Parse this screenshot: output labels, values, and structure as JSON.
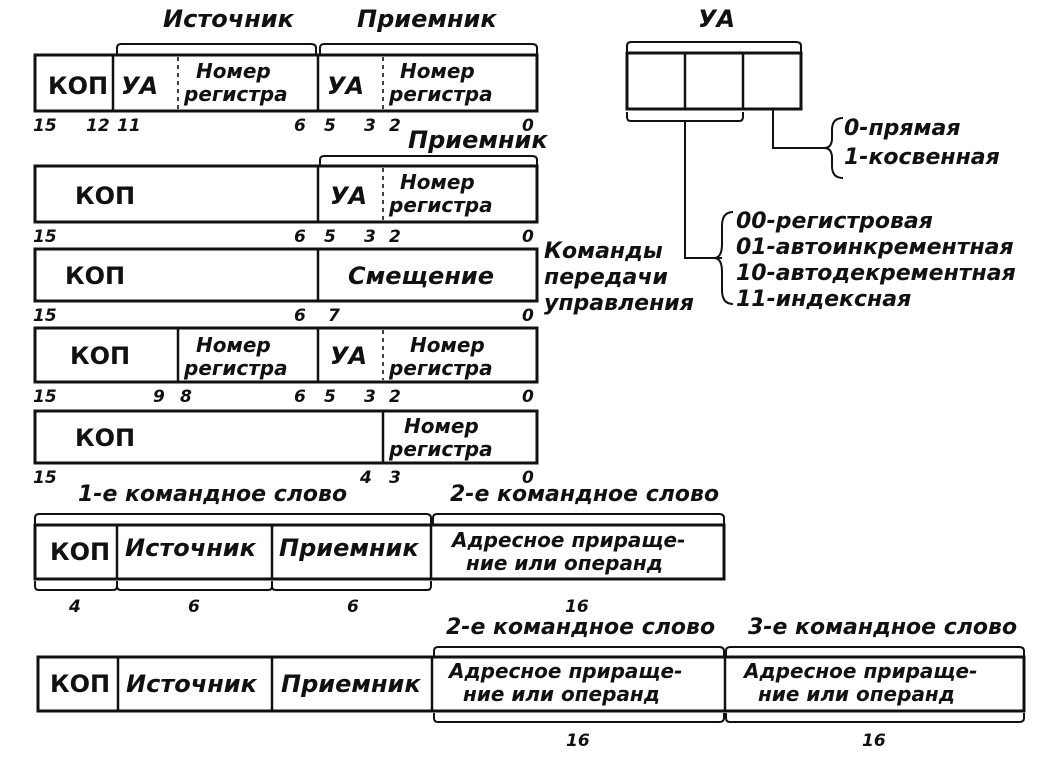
{
  "formats": {
    "f1": {
      "src_head": "Источник",
      "dst_head": "Приемник",
      "fields": [
        "КОП",
        "УА",
        "Номер",
        "регистра",
        "УА",
        "Номер",
        "регистра"
      ],
      "bits": [
        "15",
        "12",
        "11",
        "6",
        "5",
        "3",
        "2",
        "0"
      ]
    },
    "f2": {
      "dst_head": "Приемник",
      "fields": [
        "КОП",
        "УА",
        "Номер",
        "регистра"
      ],
      "bits": [
        "15",
        "6",
        "5",
        "3",
        "2",
        "0"
      ]
    },
    "f3": {
      "fields": [
        "КОП",
        "Смещение"
      ],
      "bits": [
        "15",
        "6",
        "7",
        "0"
      ],
      "note": [
        "Команды",
        "передачи",
        "управления"
      ]
    },
    "f4": {
      "fields": [
        "КОП",
        "Номер",
        "регистра",
        "УА",
        "Номер",
        "регистра"
      ],
      "bits": [
        "15",
        "9",
        "8",
        "6",
        "5",
        "3",
        "2",
        "0"
      ]
    },
    "f5": {
      "fields": [
        "КОП",
        "Номер",
        "регистра"
      ],
      "bits": [
        "15",
        "4",
        "3",
        "0"
      ]
    }
  },
  "addressing": {
    "title": "УА",
    "bit2": [
      "0-прямая",
      "1-косвенная"
    ],
    "modes": [
      "00-регистровая",
      "01-автоинкрементная",
      "10-автодекрементная",
      "11-индексная"
    ]
  },
  "word_format_1": {
    "head1": "1-е командное слово",
    "head2": "2-е командное слово",
    "fields": [
      "КОП",
      "Источник",
      "Приемник"
    ],
    "operand": [
      "Адресное прираще-",
      "ние или операнд"
    ],
    "widths": [
      "4",
      "6",
      "6",
      "16"
    ]
  },
  "word_format_2": {
    "head2": "2-е командное слово",
    "head3": "3-е командное слово",
    "fields": [
      "КОП",
      "Источник",
      "Приемник"
    ],
    "operand": [
      "Адресное прираще-",
      "ние или операнд"
    ],
    "operand2": [
      "Адресное прираще-",
      "ние или операнд"
    ],
    "widths": [
      "16",
      "16"
    ]
  }
}
